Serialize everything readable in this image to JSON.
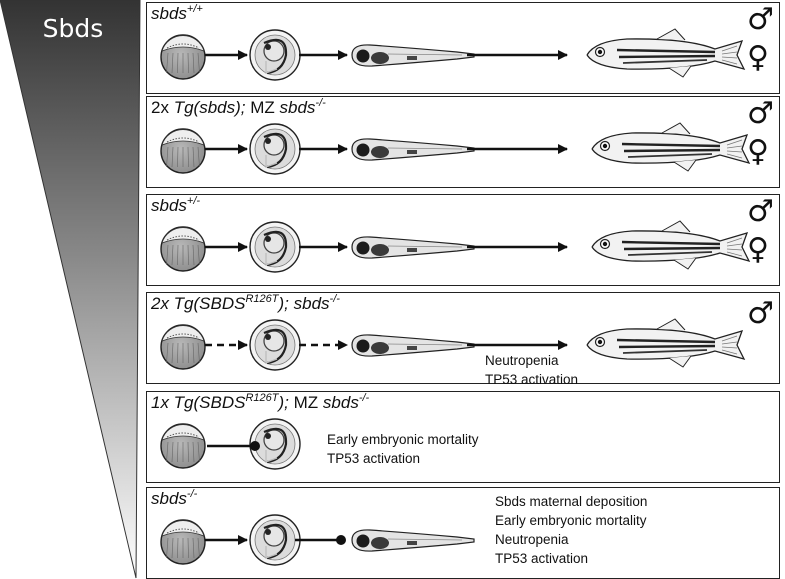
{
  "gene_label": "Sbds",
  "panels": [
    {
      "title": [
        {
          "t": "sbds",
          "i": true
        },
        {
          "t": "+/+",
          "sup": true,
          "i": true
        }
      ],
      "stages": [
        "egg",
        "embryo",
        "larva",
        "adult"
      ],
      "connectors": [
        "arrow",
        "arrow",
        "arrow"
      ],
      "notes": [],
      "sexes": [
        "♂",
        "♀"
      ]
    },
    {
      "title": [
        {
          "t": "2x "
        },
        {
          "t": "Tg(sbds);",
          "i": true
        },
        {
          "t": " MZ "
        },
        {
          "t": "sbds",
          "i": true
        },
        {
          "t": "-/-",
          "sup": true,
          "i": true
        }
      ],
      "stages": [
        "egg",
        "embryo",
        "larva",
        "adult"
      ],
      "connectors": [
        "arrow",
        "arrow",
        "arrow"
      ],
      "notes": [],
      "sexes": [
        "♂",
        "♀"
      ]
    },
    {
      "title": [
        {
          "t": "sbds",
          "i": true
        },
        {
          "t": "+/-",
          "sup": true,
          "i": true
        }
      ],
      "stages": [
        "egg",
        "embryo",
        "larva",
        "adult"
      ],
      "connectors": [
        "arrow",
        "arrow",
        "arrow"
      ],
      "notes": [],
      "sexes": [
        "♂",
        "♀"
      ]
    },
    {
      "title": [
        {
          "t": "2x Tg(SBDS",
          "i": true
        },
        {
          "t": "R126T",
          "sup": true,
          "i": true
        },
        {
          "t": ");  sbds",
          "i": true
        },
        {
          "t": "-/-",
          "sup": true,
          "i": true
        }
      ],
      "stages": [
        "egg",
        "embryo",
        "larva",
        "adult"
      ],
      "connectors": [
        "dashed-arrow",
        "dashed-arrow",
        "arrow"
      ],
      "notes": [
        "Neutropenia",
        "TP53 activation"
      ],
      "sexes": [
        "♂"
      ]
    },
    {
      "title": [
        {
          "t": "1x Tg(SBDS",
          "i": true
        },
        {
          "t": "R126T",
          "sup": true,
          "i": true
        },
        {
          "t": ");",
          "i": true
        },
        {
          "t": " MZ "
        },
        {
          "t": "sbds",
          "i": true
        },
        {
          "t": "-/-",
          "sup": true,
          "i": true
        }
      ],
      "stages": [
        "egg",
        "embryo"
      ],
      "connectors": [
        "blocked"
      ],
      "notes": [
        "Early embryonic mortality",
        "TP53 activation"
      ],
      "sexes": []
    },
    {
      "title": [
        {
          "t": "sbds",
          "i": true
        },
        {
          "t": "-/-",
          "sup": true,
          "i": true
        }
      ],
      "stages": [
        "egg",
        "embryo",
        "larva"
      ],
      "connectors": [
        "arrow",
        "blocked"
      ],
      "notes": [
        "Sbds maternal deposition",
        "Early embryonic mortality",
        "Neutropenia",
        "TP53 activation"
      ],
      "sexes": []
    }
  ]
}
